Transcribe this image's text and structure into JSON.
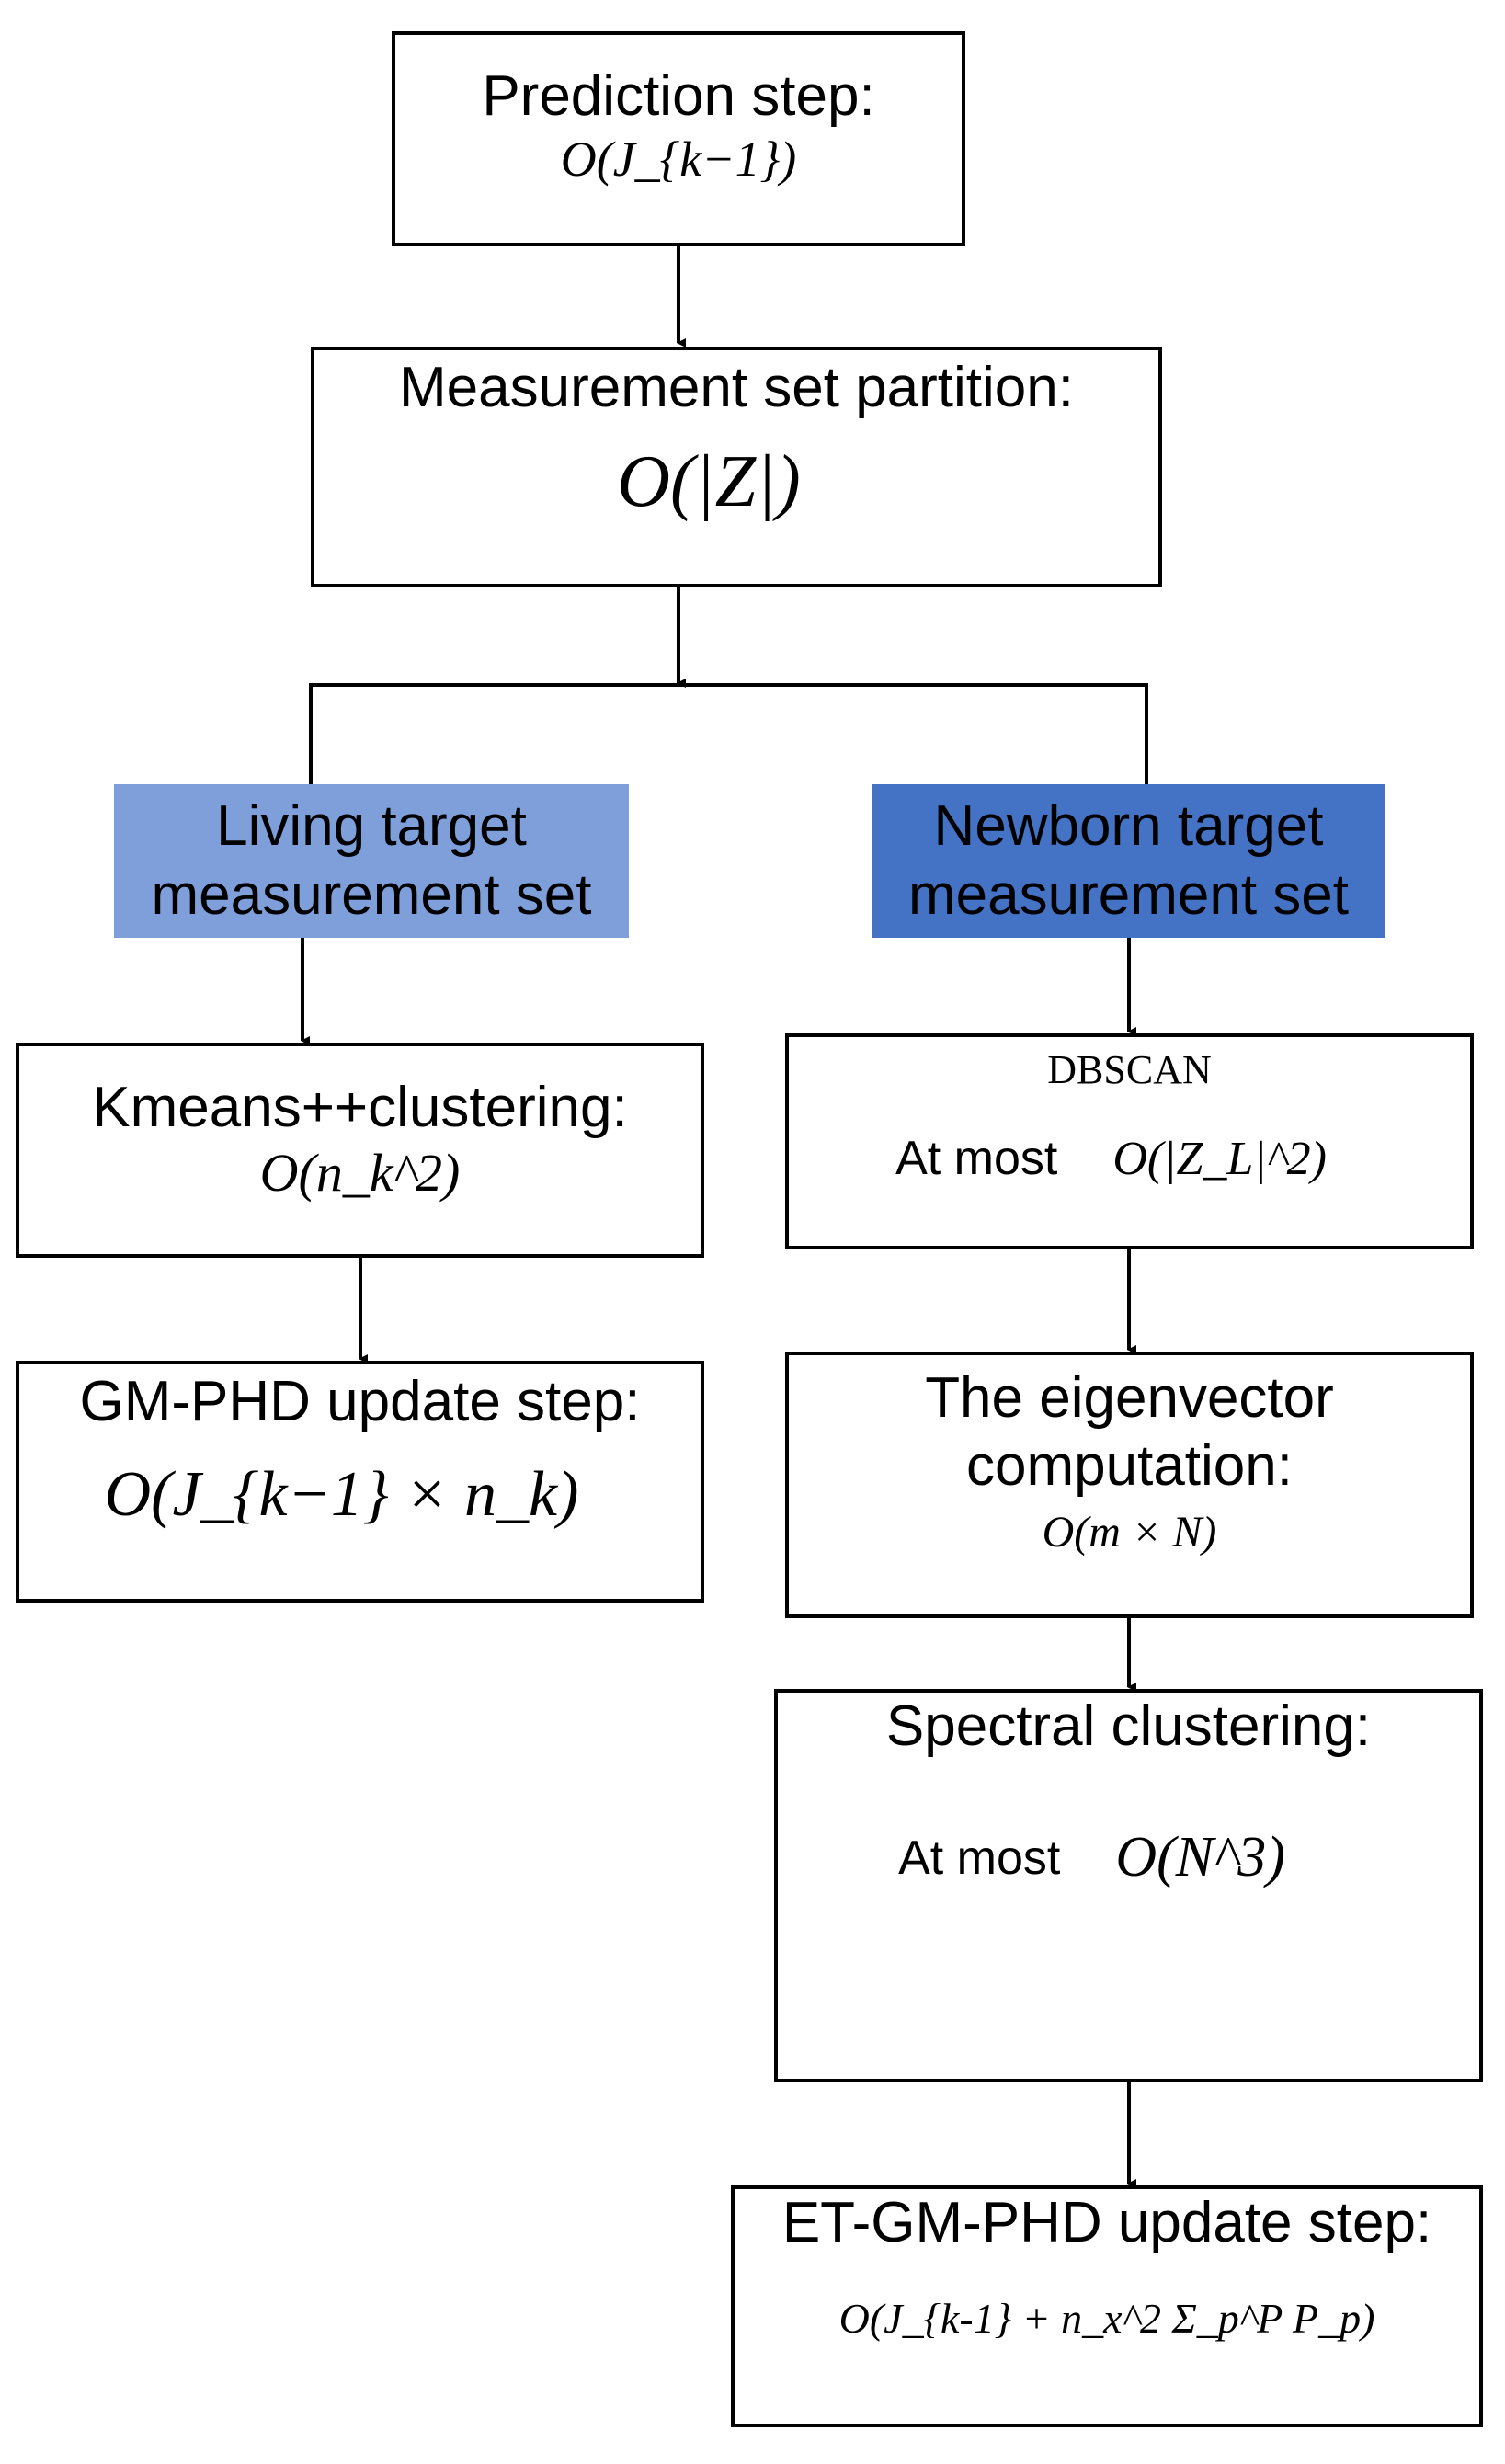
{
  "prediction": {
    "title": "Prediction step:",
    "complexity": "O(J_{k−1})"
  },
  "partition": {
    "title": "Measurement set partition:",
    "complexity": "O(|Z|)"
  },
  "living": {
    "line1": "Living target",
    "line2": "measurement set",
    "color": "#7f9fdb"
  },
  "newborn": {
    "line1": "Newborn target",
    "line2": "measurement set",
    "color": "#4472c4"
  },
  "kmeans": {
    "title": "Kmeans++clustering:",
    "complexity": "O(n_k^2)"
  },
  "dbscan": {
    "title": "DBSCAN",
    "prefix": "At most",
    "complexity": "O(|Z_L|^2)"
  },
  "gmphd": {
    "title": "GM-PHD update step:",
    "complexity": "O(J_{k−1} × n_k)"
  },
  "eigen": {
    "line1": "The eigenvector",
    "line2": "computation:",
    "complexity": "O(m × N)"
  },
  "spectral": {
    "title": "Spectral clustering:",
    "prefix": "At most",
    "complexity": "O(N^3)"
  },
  "etgmphd": {
    "title": "ET-GM-PHD update step:",
    "complexity": "O(J_{k-1} + n_x^2 Σ_p^P P_p)"
  }
}
